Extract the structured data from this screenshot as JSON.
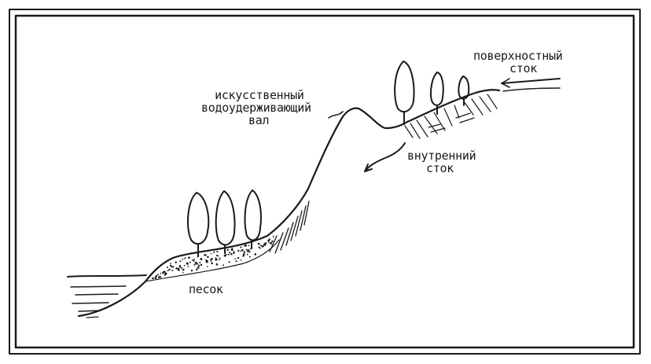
{
  "labels": {
    "surface_runoff": [
      "поверхностный",
      "сток"
    ],
    "artificial_bank": [
      "искусственный",
      "водоудерживающий",
      "вал"
    ],
    "internal_runoff": [
      "внутренний",
      "сток"
    ],
    "sand": "песок"
  },
  "icons": {
    "tree": "tree-icon",
    "arrow": "arrow-icon"
  },
  "colors": {
    "ink": "#1a1a1a",
    "paper": "#ffffff"
  }
}
